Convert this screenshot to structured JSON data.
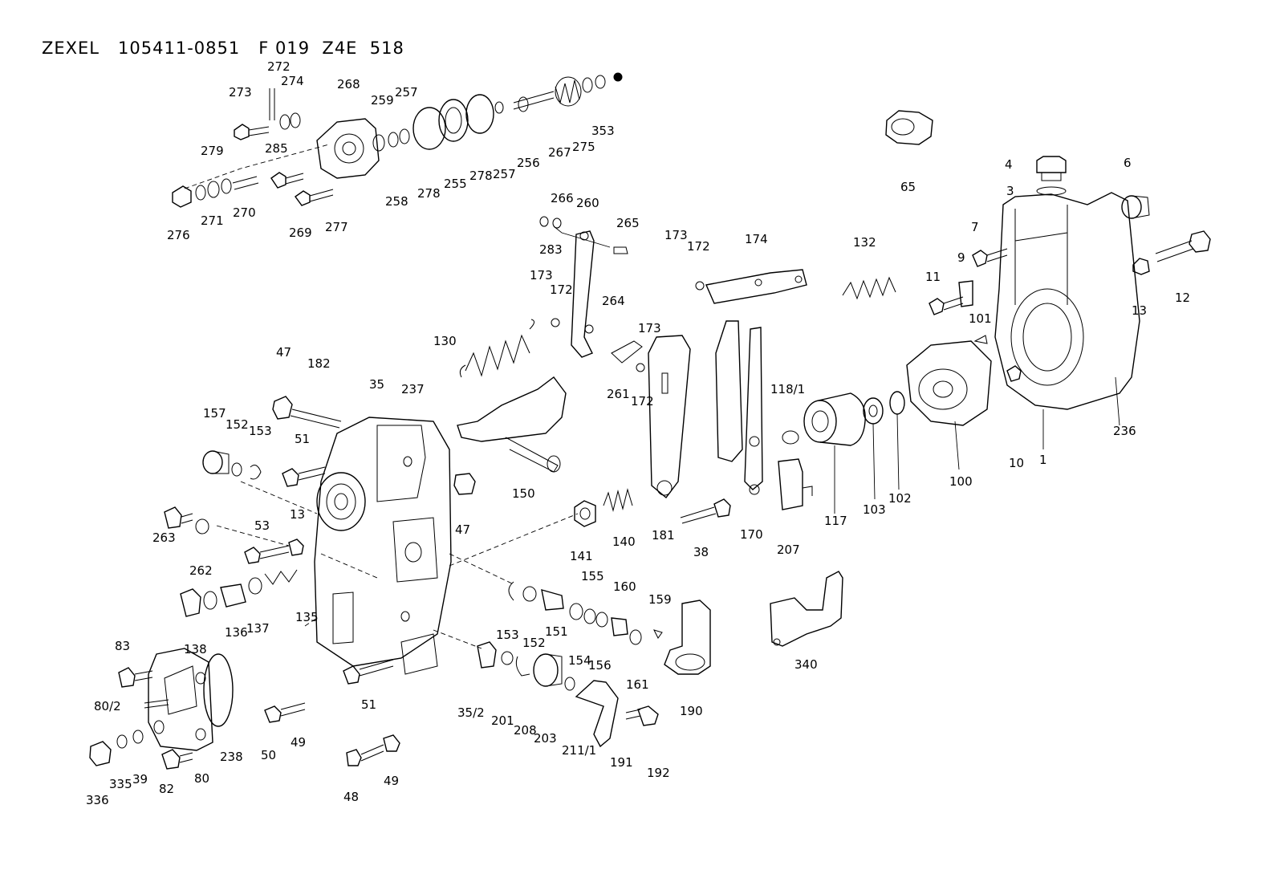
{
  "title": "ZEXEL   105411-0851   F 019  Z4E  518",
  "labels": [
    "273",
    "272",
    "274",
    "268",
    "259",
    "257",
    "279",
    "285",
    "276",
    "271",
    "270",
    "269",
    "277",
    "258",
    "278",
    "255",
    "278",
    "257",
    "256",
    "267",
    "275",
    "353",
    "65",
    "4",
    "3",
    "6",
    "7",
    "9",
    "12",
    "11",
    "13",
    "101",
    "10",
    "1",
    "236",
    "100",
    "102",
    "103",
    "117",
    "266",
    "260",
    "265",
    "283",
    "173",
    "172",
    "173",
    "172",
    "174",
    "132",
    "264",
    "130",
    "261",
    "172",
    "173",
    "118/1",
    "47",
    "182",
    "35",
    "237",
    "157",
    "152",
    "153",
    "51",
    "150",
    "47",
    "263",
    "262",
    "53",
    "13",
    "140",
    "141",
    "181",
    "38",
    "170",
    "207",
    "340",
    "136",
    "137",
    "135",
    "155",
    "160",
    "159",
    "153",
    "152",
    "151",
    "154",
    "161",
    "83",
    "138",
    "80/2",
    "51",
    "35/2",
    "201",
    "208",
    "203",
    "156",
    "211/1",
    "190",
    "191",
    "192",
    "50",
    "49",
    "336",
    "335",
    "39",
    "82",
    "80",
    "238",
    "48",
    "49"
  ]
}
